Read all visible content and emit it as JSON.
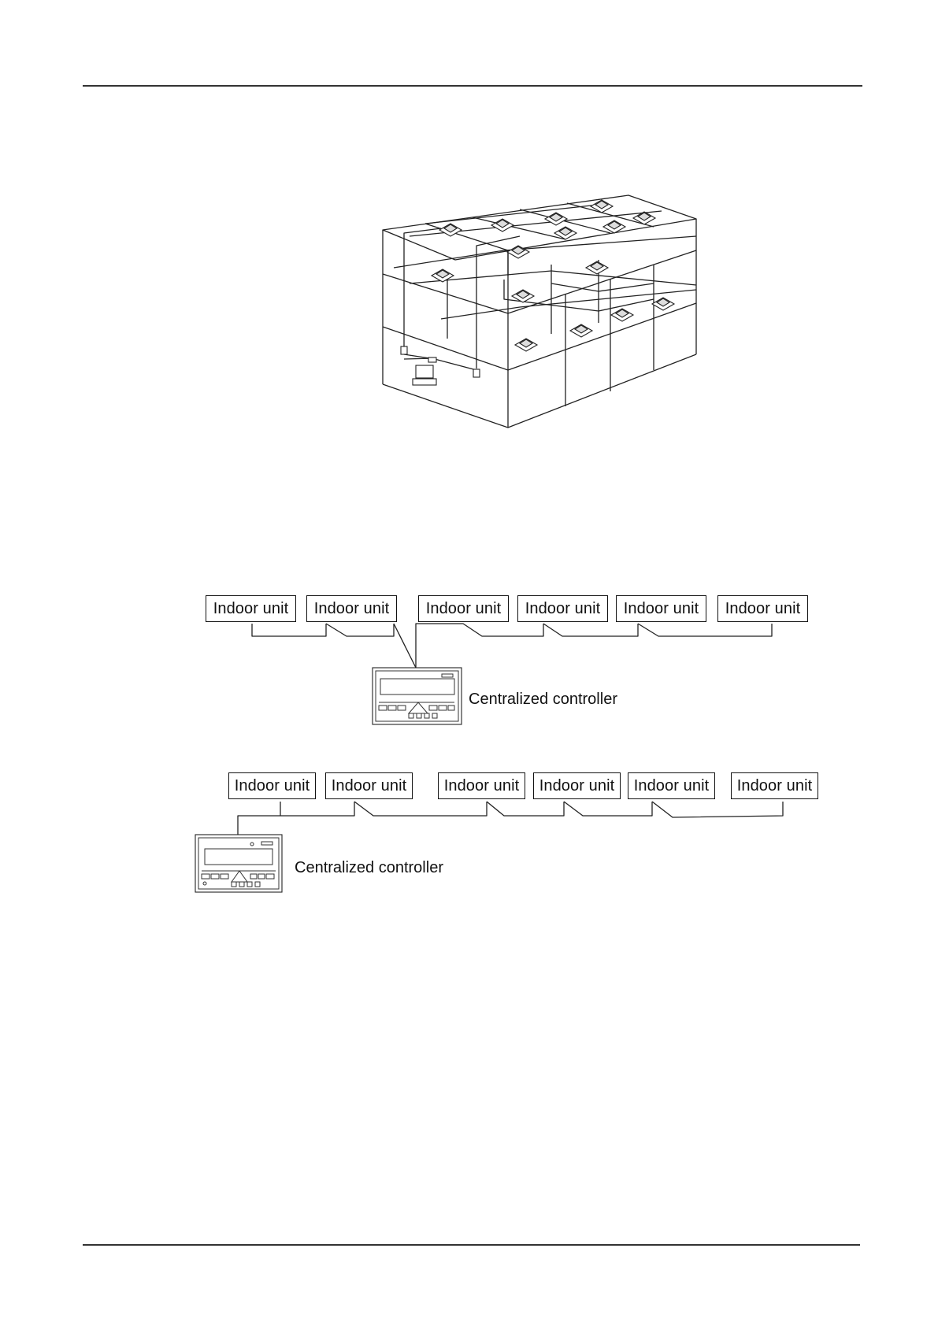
{
  "diagram1": {
    "units": [
      "Indoor unit",
      "Indoor unit",
      "Indoor unit",
      "Indoor unit",
      "Indoor unit",
      "Indoor unit"
    ],
    "controller_label": "Centralized controller"
  },
  "diagram2": {
    "units": [
      "Indoor unit",
      "Indoor unit",
      "Indoor unit",
      "Indoor unit",
      "Indoor unit",
      "Indoor unit"
    ],
    "controller_label": "Centralized controller"
  },
  "icons": {
    "building": "building-illustration-icon",
    "controller": "centralized-controller-icon",
    "indoor_unit": "ceiling-cassette-unit-icon"
  },
  "colors": {
    "ink": "#111111",
    "background": "#ffffff"
  }
}
